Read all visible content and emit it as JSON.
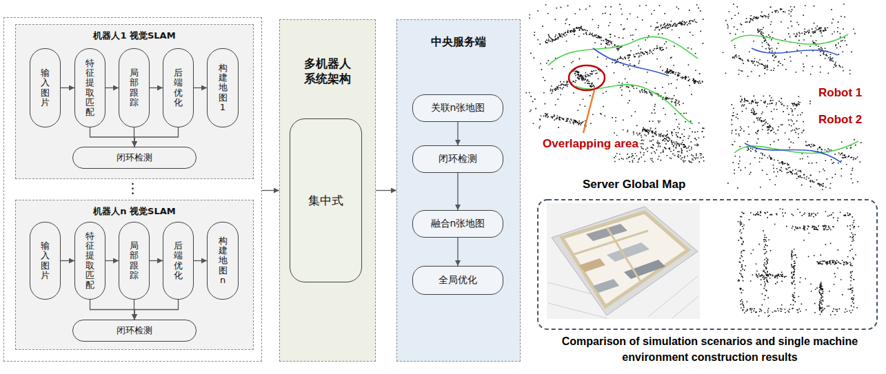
{
  "diagram": {
    "nodes": [
      {
        "text": [
          "⋮"
        ]
      },
      {
        "text": [
          "机器人1 视觉SLAM"
        ],
        "in": 0
      },
      {
        "text": [
          "输入图片"
        ],
        "in": 1
      },
      {
        "text": [
          "特征提取匹配"
        ],
        "in": 1
      },
      {
        "text": [
          "局部跟踪"
        ],
        "in": 1
      },
      {
        "text": [
          "后端优化"
        ],
        "in": 1
      },
      {
        "text": [
          "构建地图1"
        ],
        "in": 1
      },
      {
        "text": [
          "闭环检测"
        ],
        "in": 1
      },
      {
        "text": [
          "机器人n 视觉SLAM"
        ],
        "in": 0
      },
      {
        "text": [
          "输入图片"
        ],
        "in": 8
      },
      {
        "text": [
          "特征提取匹配"
        ],
        "in": 8
      },
      {
        "text": [
          "局部跟踪"
        ],
        "in": 8
      },
      {
        "text": [
          "后端优化"
        ],
        "in": 8
      },
      {
        "text": [
          "构建地图n"
        ],
        "in": 8
      },
      {
        "text": [
          "闭环检测"
        ],
        "in": 8
      },
      {
        "text": [
          "多机器人 系统架构"
        ]
      },
      {
        "text": [
          "集中式"
        ],
        "in": 15
      },
      {
        "text": [
          "中央服务端"
        ]
      },
      {
        "text": [
          "关联n张地图"
        ],
        "in": 17
      },
      {
        "text": [
          "闭环检测"
        ],
        "in": 17
      },
      {
        "text": [
          "融合n张地图"
        ],
        "in": 17
      },
      {
        "text": [
          "全局优化"
        ],
        "in": 17
      }
    ],
    "edges": [
      {
        "from": 2,
        "to": 3,
        "arrow": "to"
      },
      {
        "from": 3,
        "to": 4,
        "arrow": "to"
      },
      {
        "from": 4,
        "to": 5,
        "arrow": "to"
      },
      {
        "from": 5,
        "to": 6,
        "arrow": "to"
      },
      {
        "from": 3,
        "to": 7,
        "arrow": "to"
      },
      {
        "from": 4,
        "to": 7,
        "arrow": "to"
      },
      {
        "from": 5,
        "to": 7,
        "arrow": "to"
      },
      {
        "from": 9,
        "to": 10,
        "arrow": "to"
      },
      {
        "from": 10,
        "to": 11,
        "arrow": "to"
      },
      {
        "from": 11,
        "to": 12,
        "arrow": "to"
      },
      {
        "from": 12,
        "to": 13,
        "arrow": "to"
      },
      {
        "from": 10,
        "to": 14,
        "arrow": "to"
      },
      {
        "from": 11,
        "to": 14,
        "arrow": "to"
      },
      {
        "from": 12,
        "to": 14,
        "arrow": "to"
      },
      {
        "from": 0,
        "to": 15,
        "arrow": "to"
      },
      {
        "from": 15,
        "to": 17,
        "arrow": "to"
      },
      {
        "from": 18,
        "to": 19,
        "arrow": "to"
      },
      {
        "from": 19,
        "to": 20,
        "arrow": "to"
      },
      {
        "from": 20,
        "to": 21,
        "arrow": "to"
      }
    ],
    "labels": [
      "Overlapping area",
      "Server Global Map",
      "Robot 1",
      "Robot 2",
      "Comparison of simulation scenarios and single machine environment construction results"
    ]
  }
}
